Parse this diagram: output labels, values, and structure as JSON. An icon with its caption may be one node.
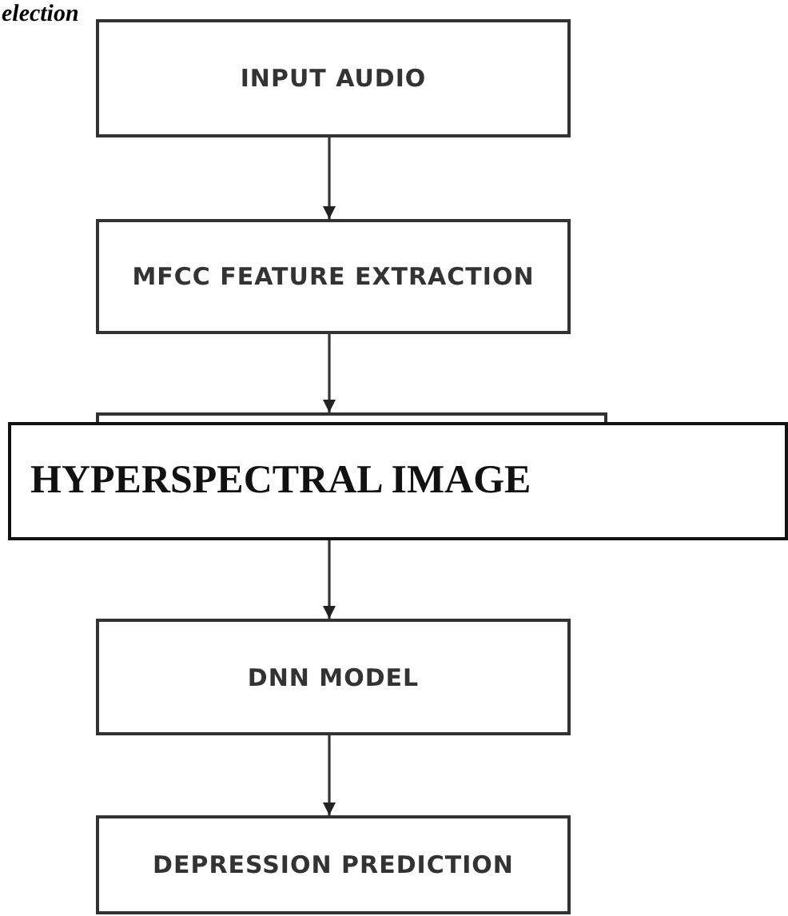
{
  "diagram": {
    "nodes": [
      {
        "text": [
          "INPUT AUDIO"
        ]
      },
      {
        "text": [
          "MFCC FEATURE EXTRACTION"
        ]
      },
      {
        "text": [],
        "shape": "box"
      },
      {
        "text": [
          "HYPERSPECTRAL IMAGE"
        ]
      },
      {
        "text": [
          "DNN MODEL"
        ]
      },
      {
        "text": [
          "DEPRESSION PREDICTION"
        ]
      }
    ],
    "edges": [
      {
        "from": 0,
        "to": 1,
        "arrow": "to"
      },
      {
        "from": 1,
        "to": 2,
        "arrow": "to"
      },
      {
        "from": 3,
        "to": 4,
        "arrow": "to"
      },
      {
        "from": 4,
        "to": 5,
        "arrow": "to"
      }
    ],
    "labels": [
      "election"
    ]
  }
}
